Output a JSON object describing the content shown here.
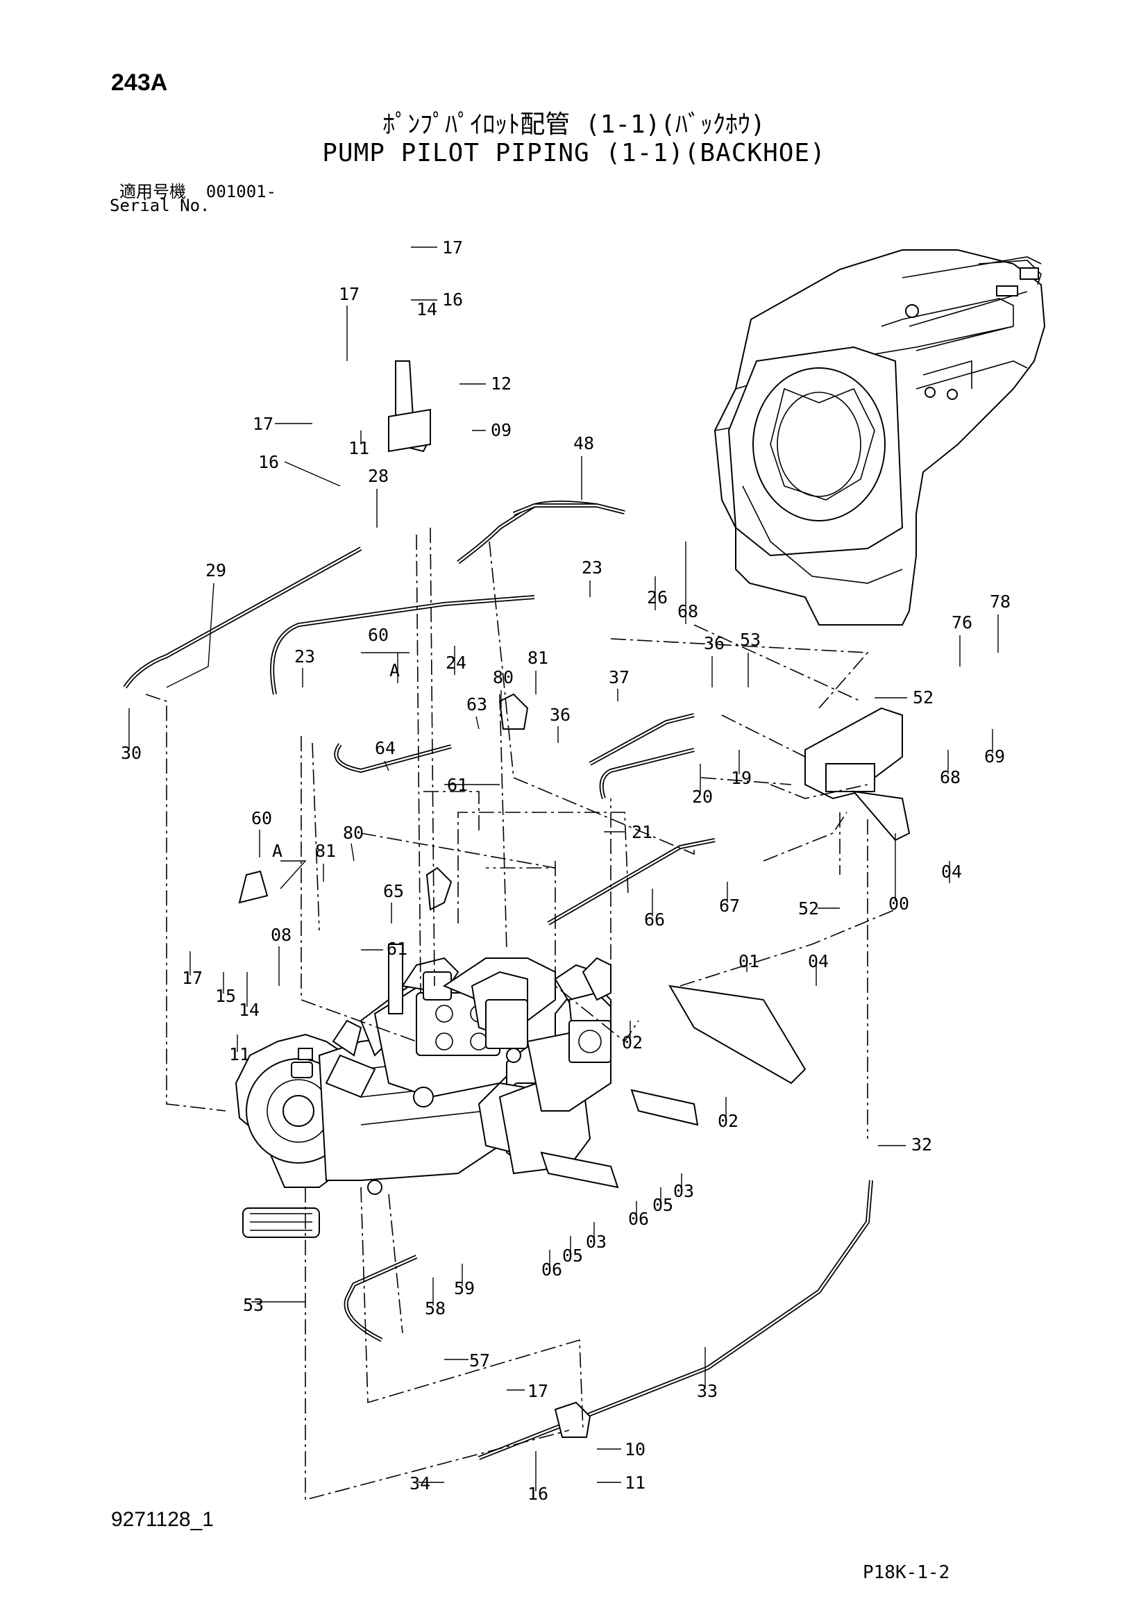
{
  "header": {
    "page_code": "243A",
    "title_jp": "ﾎﾟﾝﾌﾟﾊﾟｲﾛｯﾄ配管 (1-1)(ﾊﾞｯｸﾎｳ)",
    "title_en": "PUMP PILOT PIPING (1-1)(BACKHOE)",
    "serial_label_jp": "適用号機",
    "serial_value": "001001-",
    "serial_label_en": "Serial No."
  },
  "footer": {
    "drawing_number": "9271128_1",
    "page_ref": "P18K-1-2"
  },
  "callouts": [
    "17",
    "16",
    "14",
    "17",
    "12",
    "17",
    "11",
    "09",
    "16",
    "28",
    "48",
    "29",
    "26",
    "68",
    "23",
    "60",
    "A",
    "24",
    "23",
    "80",
    "81",
    "63",
    "36",
    "37",
    "36",
    "53",
    "78",
    "76",
    "52",
    "30",
    "64",
    "61",
    "20",
    "19",
    "68",
    "69",
    "60",
    "A",
    "80",
    "81",
    "21",
    "65",
    "04",
    "61",
    "66",
    "67",
    "52",
    "00",
    "08",
    "17",
    "15",
    "14",
    "01",
    "04",
    "11",
    "02",
    "02",
    "32",
    "06",
    "05",
    "03",
    "06",
    "05",
    "03",
    "59",
    "53",
    "58",
    "57",
    "33",
    "17",
    "10",
    "34",
    "16",
    "11"
  ]
}
